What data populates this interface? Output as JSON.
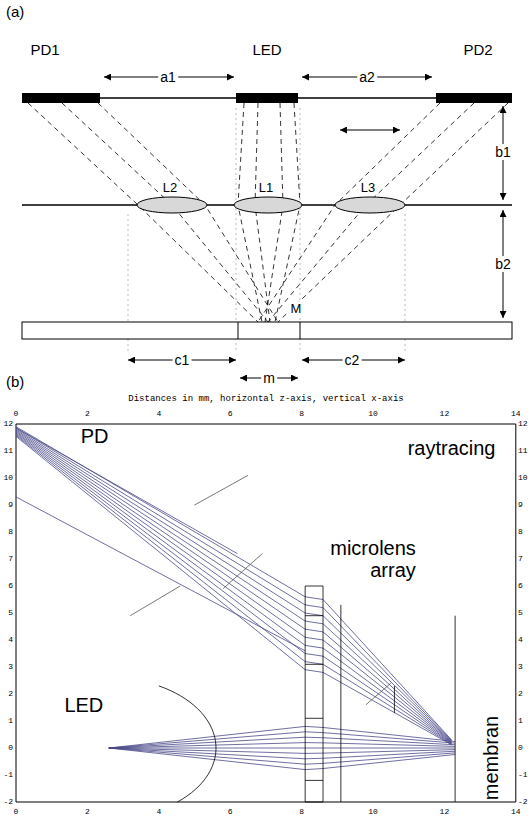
{
  "diagram": {
    "labels": [
      "(a)",
      "PD1",
      "LED",
      "PD2",
      "a1",
      "a2",
      "b1",
      "L2",
      "L1",
      "L3",
      "b2",
      "M",
      "c1",
      "c2",
      "m",
      "(b)",
      "Distances in mm, horizontal z-axis, vertical x-axis",
      "0",
      "2",
      "4",
      "6",
      "8",
      "10",
      "12",
      "14",
      "12",
      "11",
      "10",
      "9",
      "8",
      "7",
      "6",
      "5",
      "4",
      "3",
      "2",
      "1",
      "0",
      "-1",
      "-2",
      "12",
      "11",
      "10",
      "9",
      "8",
      "7",
      "6",
      "5",
      "4",
      "3",
      "2",
      "1",
      "0",
      "-1",
      "-2",
      "0",
      "2",
      "4",
      "6",
      "8",
      "10",
      "12",
      "14",
      "PD",
      "raytracing",
      "microlens array",
      "LED",
      "membran"
    ]
  }
}
